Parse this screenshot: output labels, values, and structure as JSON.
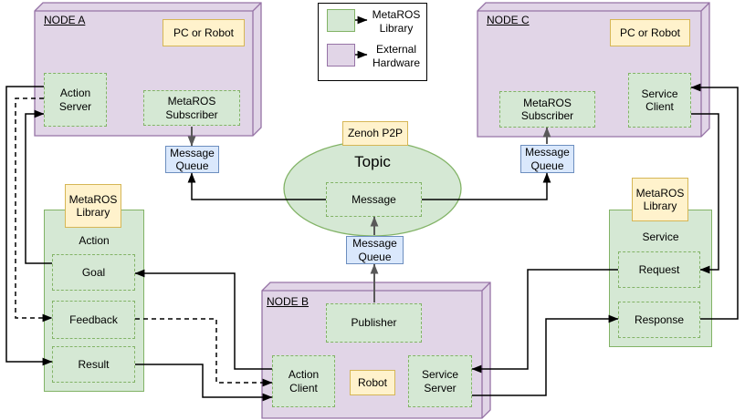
{
  "legend": {
    "metaros_label": "MetaROS Library",
    "external_label": "External Hardware"
  },
  "node_a": {
    "title": "NODE A",
    "hardware": "PC or Robot",
    "action_server": "Action Server",
    "subscriber": "MetaROS Subscriber",
    "queue": "Message Queue"
  },
  "node_b": {
    "title": "NODE B",
    "hardware": "Robot",
    "publisher": "Publisher",
    "action_client": "Action Client",
    "service_server": "Service Server"
  },
  "node_c": {
    "title": "NODE C",
    "hardware": "PC or Robot",
    "subscriber": "MetaROS Subscriber",
    "queue": "Message Queue",
    "service_client": "Service Client"
  },
  "topic": {
    "transport": "Zenoh P2P",
    "title": "Topic",
    "message": "Message",
    "queue": "Message Queue"
  },
  "action_group": {
    "library": "MetaROS Library",
    "title": "Action",
    "goal": "Goal",
    "feedback": "Feedback",
    "result": "Result"
  },
  "service_group": {
    "library": "MetaROS Library",
    "title": "Service",
    "request": "Request",
    "response": "Response"
  },
  "colors": {
    "metaros_green_fill": "#d5e8d4",
    "metaros_green_stroke": "#82b366",
    "external_purple_fill": "#e1d5e7",
    "external_purple_stroke": "#9673a6",
    "queue_blue_fill": "#dae8fc",
    "queue_blue_stroke": "#6c8ebf",
    "hardware_yellow_fill": "#fff2cc",
    "hardware_yellow_stroke": "#d6b656",
    "connector_black": "#000000",
    "connector_gray": "#595959"
  }
}
